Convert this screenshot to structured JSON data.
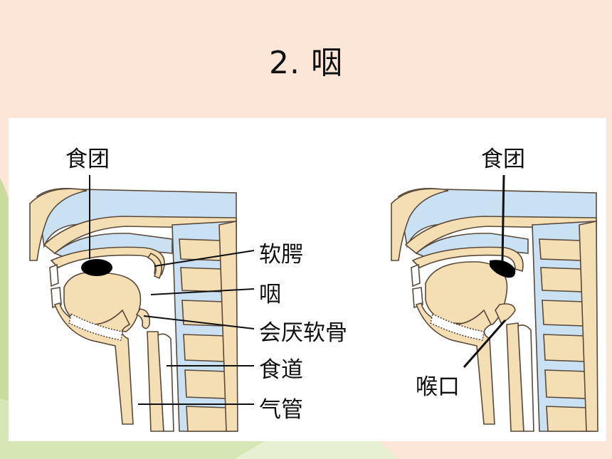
{
  "slide": {
    "title": "2. 咽"
  },
  "colors": {
    "background": "#fbe6d8",
    "bone": "#f4deb4",
    "bone_outline": "#5a4a3a",
    "air": "#c9e1f3",
    "bolus": "#000000",
    "accent_green": "#c9dc9e"
  },
  "left_diagram": {
    "labels": {
      "bolus": "食团",
      "soft_palate": "软腭",
      "pharynx": "咽",
      "epiglottis": "会厌软骨",
      "esophagus": "食道",
      "trachea": "气管"
    }
  },
  "right_diagram": {
    "labels": {
      "bolus": "食团",
      "larynx_opening": "喉口"
    }
  }
}
